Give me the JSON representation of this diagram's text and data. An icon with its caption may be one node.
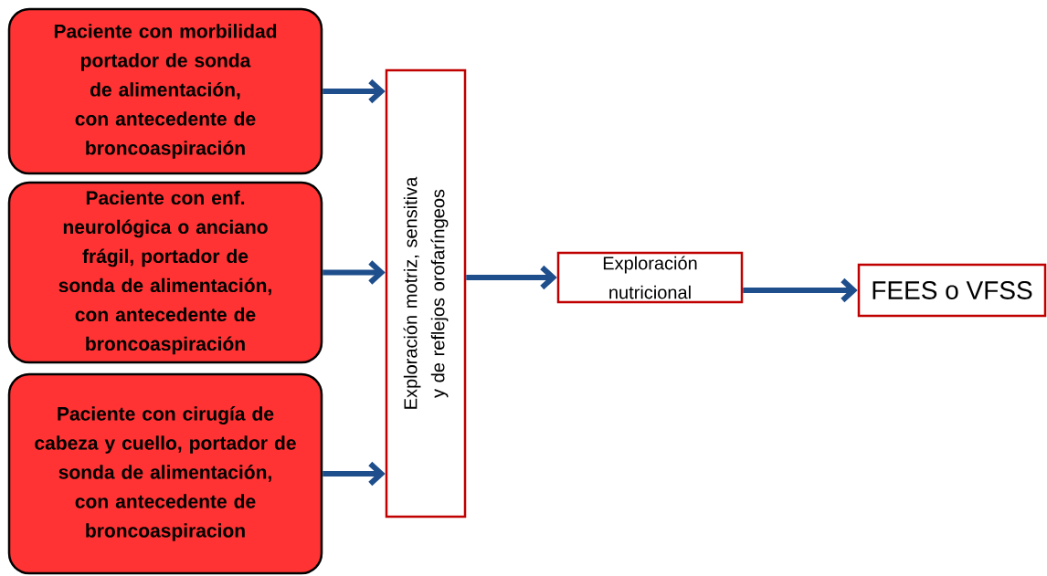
{
  "diagram": {
    "nodes": [
      {
        "text": [
          "Paciente con morbilidad portador de sonda de alimentación, con antecedente de broncoaspiración"
        ]
      },
      {
        "text": [
          "Paciente con enf. neurológica o anciano frágil, portador de sonda de alimentación, con antecedente de broncoaspiración"
        ]
      },
      {
        "text": [
          "Paciente con cirugía de cabeza y cuello, portador de sonda de alimentación, con antecedente de broncoaspiracion"
        ]
      },
      {
        "text": [
          "Exploración motriz, sensitiva y de reflejos orofaríngeos"
        ]
      },
      {
        "text": [
          "Exploración nutricional"
        ]
      },
      {
        "text": [
          "FEES o VFSS"
        ]
      }
    ],
    "edges": [
      {
        "from": 0,
        "to": 3,
        "arrow": "to"
      },
      {
        "from": 1,
        "to": 3,
        "arrow": "to"
      },
      {
        "from": 2,
        "to": 3,
        "arrow": "to"
      },
      {
        "from": 3,
        "to": 4,
        "arrow": "to"
      },
      {
        "from": 4,
        "to": 5,
        "arrow": "to"
      }
    ]
  }
}
